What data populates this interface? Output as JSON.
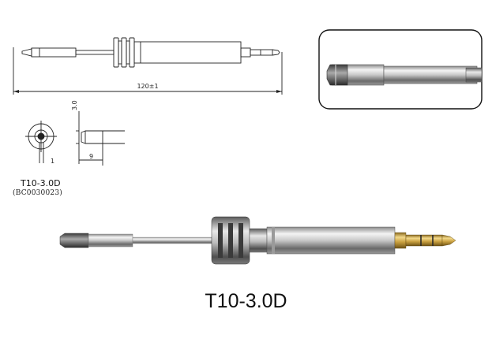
{
  "drawing": {
    "length_dimension": "120±1",
    "tip_width_dimension": "3.0",
    "tip_length_dimension": "9",
    "end_dimension": "1"
  },
  "labels": {
    "model_small": "T10-3.0D",
    "part_number": "(BC0030023)",
    "model_large": "T10-3.0D"
  },
  "colors": {
    "line": "#222222",
    "metal_light": "#f2f2f2",
    "metal_dark": "#6e6e6e"
  }
}
